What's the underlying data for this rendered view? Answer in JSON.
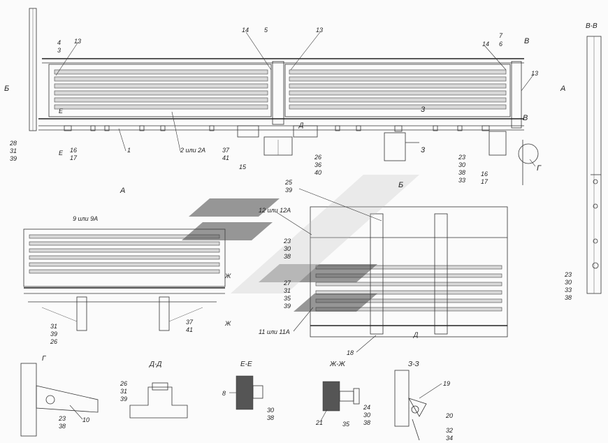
{
  "section_titles": {
    "a": "А",
    "b": "Б",
    "bb": "В-В",
    "g": "Г",
    "dd": "Д-Д",
    "ee": "Е-Е",
    "zhzh": "Ж-Ж",
    "zz": "З-З"
  },
  "markers": {
    "b_left": "Б",
    "a_right": "А",
    "v_top": "В",
    "v_side": "В",
    "z_top": "3",
    "z_bottom": "3",
    "g_right": "Г",
    "e_left": "Е",
    "e_bottom": "Е",
    "zh_right": "Ж",
    "zh_bottom": "Ж",
    "d_left": "Д",
    "d_right": "Д"
  },
  "callouts": {
    "c4": "4",
    "c3": "3",
    "c13a": "13",
    "c14a": "14",
    "c5": "5",
    "c13b": "13",
    "c7": "7",
    "c6": "6",
    "c14b": "14",
    "c13c": "13",
    "c28": "28",
    "c31a": "31",
    "c39a": "39",
    "c16a": "16",
    "c17a": "17",
    "c1": "1",
    "c2": "2 или 2А",
    "c37a": "37",
    "c41a": "41",
    "c15": "15",
    "c26a": "26",
    "c36": "36",
    "c40": "40",
    "c23a": "23",
    "c30a": "30",
    "c38a": "38",
    "c33a": "33",
    "c16b": "16",
    "c17b": "17",
    "c9": "9 или 9А",
    "c31b": "31",
    "c39b": "39",
    "c26b": "26",
    "c37b": "37",
    "c41b": "41",
    "c25": "25",
    "c39c": "39",
    "c12": "12 или 12А",
    "c23b": "23",
    "c30b": "30",
    "c38b": "38",
    "c27": "27",
    "c31c": "31",
    "c35a": "35",
    "c39d": "39",
    "c11": "11 или 11А",
    "c18": "18",
    "c23c": "23",
    "c30c": "30",
    "c33b": "33",
    "c38c": "38",
    "c23d": "23",
    "c38d": "38",
    "c10": "10",
    "c26c": "26",
    "c31d": "31",
    "c39e": "39",
    "c8": "8",
    "c30d": "30",
    "c38e": "38",
    "c21": "21",
    "c35b": "35",
    "c24": "24",
    "c30e": "30",
    "c38f": "38",
    "c19": "19",
    "c20": "20",
    "c32": "32",
    "c34": "34"
  }
}
